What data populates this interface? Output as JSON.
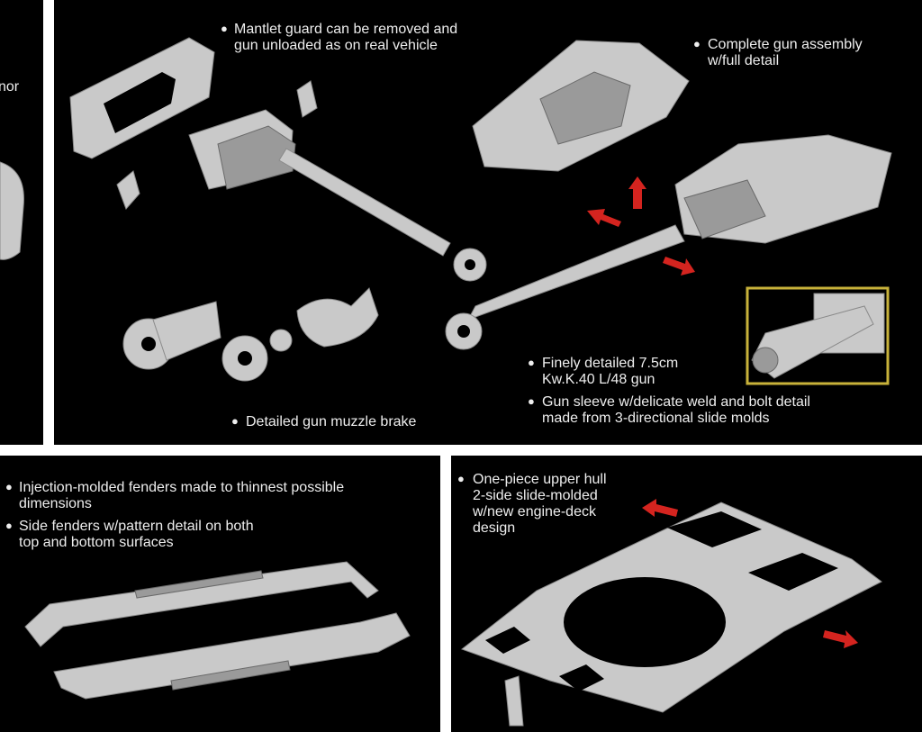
{
  "captions": {
    "left_fragment": "nor",
    "mantlet": [
      "Mantlet guard can be removed and",
      "gun unloaded as on real vehicle"
    ],
    "complete_gun": [
      "Complete gun assembly",
      "w/full detail"
    ],
    "kwk40": [
      "Finely detailed 7.5cm",
      "Kw.K.40 L/48 gun"
    ],
    "sleeve": [
      "Gun sleeve w/delicate weld and bolt detail",
      "made from 3-directional slide molds"
    ],
    "muzzle": [
      "Detailed gun muzzle brake"
    ],
    "fenders1": [
      "Injection-molded fenders made to thinnest possible",
      "dimensions"
    ],
    "fenders2": [
      "Side fenders w/pattern detail on both",
      "top and bottom surfaces"
    ],
    "upper_hull": [
      "One-piece upper hull",
      "2-side slide-molded",
      "w/new engine-deck",
      "design"
    ]
  },
  "colors": {
    "background": "#000000",
    "separator": "#ffffff",
    "text": "#eeeeee",
    "arrow": "#d4241f",
    "inset_border": "#c8b23a"
  }
}
